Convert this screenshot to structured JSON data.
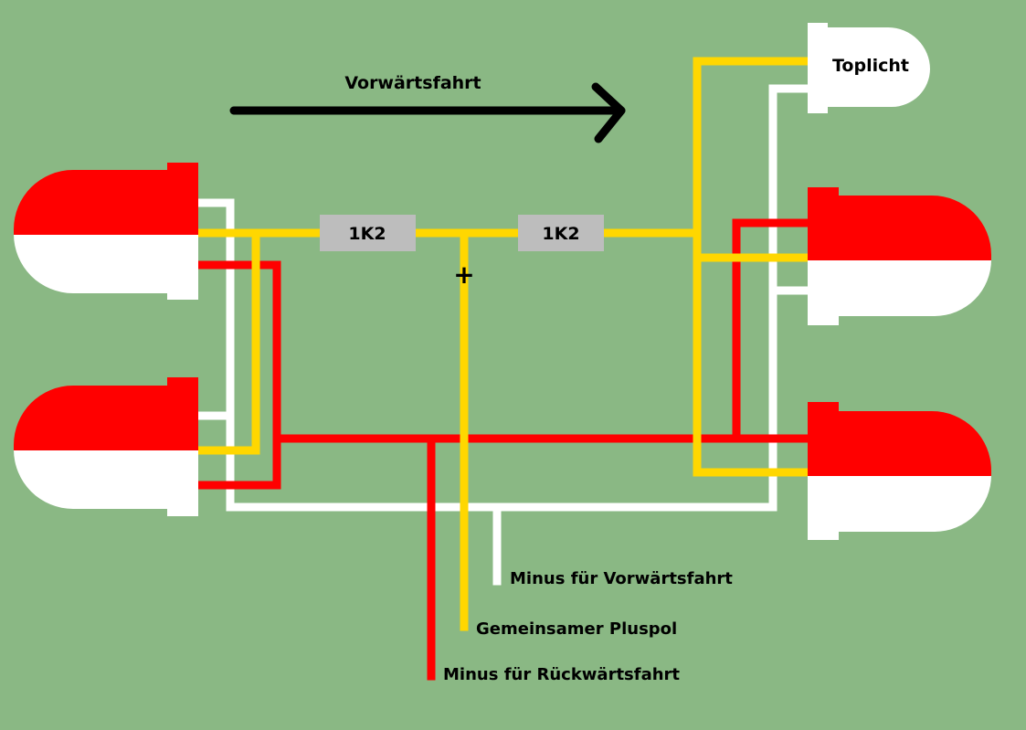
{
  "colors": {
    "background": "#8ab884",
    "led_red": "#ff0000",
    "led_white": "#ffffff",
    "wire_yellow": "#ffd700",
    "wire_red": "#ff0000",
    "wire_white": "#ffffff",
    "resistor": "#bdbdbd",
    "arrow": "#000000"
  },
  "direction_label": "Vorwärtsfahrt",
  "resistor_left": "1K2",
  "resistor_right": "1K2",
  "plus_symbol": "+",
  "toplicht_label": "Toplicht",
  "wire_labels": {
    "minus_forward": "Minus für Vorwärtsfahrt",
    "common_plus": "Gemeinsamer Pluspol",
    "minus_reverse": "Minus für Rückwärtsfahrt"
  }
}
